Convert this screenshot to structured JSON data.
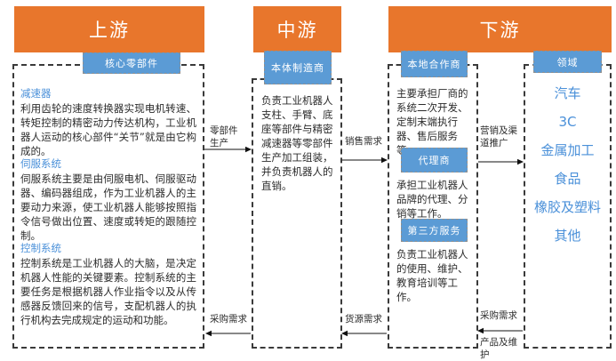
{
  "stages": [
    {
      "id": "upstream",
      "label": "上游"
    },
    {
      "id": "midstream",
      "label": "中游"
    },
    {
      "id": "downstream",
      "label": "下游"
    }
  ],
  "chips": {
    "core_parts": "核心零部件",
    "body_maker": "本体制造商",
    "local_partner": "本地合作商",
    "agent": "代理商",
    "third_party": "第三方服务",
    "field": "领域"
  },
  "upstream": {
    "sections": [
      {
        "title": "减速器",
        "body": "利用齿轮的速度转换器实现电机转速、转矩控制的精密动力传达机构，工业机器人运动的核心部件“关节”就是由它构成的。"
      },
      {
        "title": "伺服系统",
        "body": "伺服系统主要是由伺服电机、伺服驱动器、编码器组成，作为工业机器人的主要动力来源，使工业机器人能够按照指令信号做出位置、速度或转矩的跟随控制。"
      },
      {
        "title": "控制系统",
        "body": "控制系统是工业机器人的大脑，是决定机器人性能的关键要素。控制系统的主要任务是根据机器人作业指令以及从传感器反馈回来的信号，支配机器人的执行机构去完成规定的运动和功能。"
      }
    ]
  },
  "midstream": {
    "body": "负责工业机器人支柱、手臂、底座等部件与精密减速器等零部件生产加工组装，并负责机器人的直销。"
  },
  "downstream": {
    "local_partner_body": "主要承担厂商的系统二次开发、定制末端执行器、售后服务等。",
    "agent_body": "承担工业机器人品牌的代理、分销等工作。",
    "third_party_body": "负责工业机器人的使用、维护、教育培训等工作。",
    "fields": [
      "汽车",
      "3C",
      "金属加工",
      "食品",
      "橡胶及塑料",
      "其他"
    ]
  },
  "connectors": {
    "parts_production": "零部件\n生产",
    "sales_demand": "销售需求",
    "marketing_channel": "营销及渠\n道推广",
    "procurement_demand_left": "采购需求",
    "supply_demand": "货源需求",
    "procurement_demand_right": "采购需求",
    "product_maintenance": "产品及维护"
  },
  "colors": {
    "header_orange": "#E8762C",
    "chip_blue": "#5B9BD5",
    "text_blue": "#4A90D9",
    "dash_gray": "#3a3a3a"
  }
}
